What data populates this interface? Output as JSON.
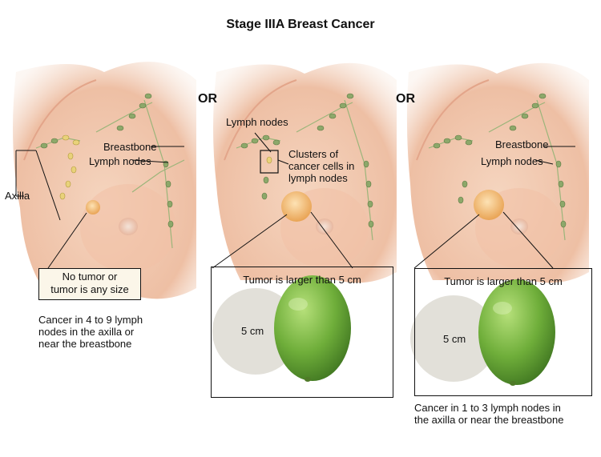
{
  "title": "Stage IIIA Breast Cancer",
  "or_label": "OR",
  "panel1": {
    "breastbone": "Breastbone",
    "lymph_nodes": "Lymph nodes",
    "axilla": "Axilla",
    "tumor_note": "No tumor or\ntumor is any size",
    "caption": "Cancer in 4 to 9 lymph\nnodes in the axilla or\nnear the breastbone"
  },
  "panel2": {
    "lymph_nodes": "Lymph nodes",
    "clusters": "Clusters of\ncancer cells in\nlymph nodes",
    "box_label": "Tumor is larger than 5 cm",
    "size": "5 cm"
  },
  "panel3": {
    "breastbone": "Breastbone",
    "lymph_nodes": "Lymph nodes",
    "box_label": "Tumor is larger than 5 cm",
    "size": "5 cm",
    "caption": "Cancer in 1 to 3 lymph nodes in\nthe axilla or near the breastbone"
  },
  "colors": {
    "skin": "#f1c9b1",
    "node": "#8da86a",
    "tumor": "#f2b86a",
    "lime": "#6fae3a",
    "circle": "#e2e0d9"
  }
}
